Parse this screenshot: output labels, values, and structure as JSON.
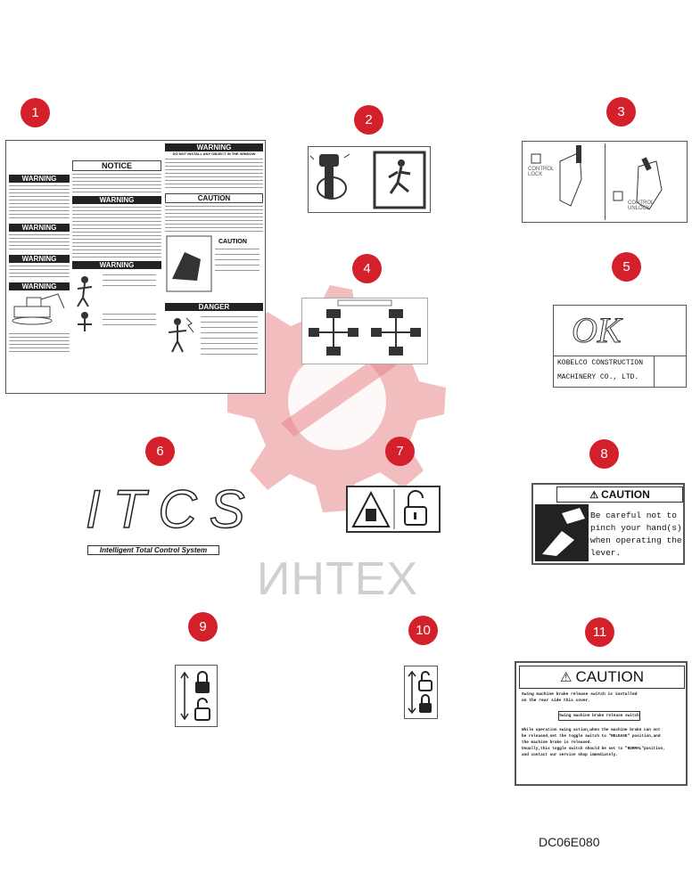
{
  "callouts": [
    "1",
    "2",
    "3",
    "4",
    "5",
    "6",
    "7",
    "8",
    "9",
    "10",
    "11"
  ],
  "decal1": {
    "notice": "NOTICE",
    "warning": "WARNING",
    "caution": "CAUTION",
    "danger": "DANGER",
    "top_note": "DO NOT INSTALL ANY OBJECT IN THE WINDOW"
  },
  "decal3": {
    "label_left": "CONTROL LOCK",
    "label_right": "CONTROL UNLOCK"
  },
  "decal5": {
    "logo_text": "OK",
    "maker_line1": "KOBELCO CONSTRUCTION",
    "maker_line2": "MACHINERY CO., LTD."
  },
  "decal6": {
    "logo": "ITCS",
    "subtitle": "Intelligent Total Control System"
  },
  "decal8": {
    "header": "CAUTION",
    "line1": "Be careful not to",
    "line2": "pinch your hand(s)",
    "line3": "when operating the",
    "line4": "lever."
  },
  "decal11": {
    "header": "CAUTION",
    "intro1": "Swing machine brake release switch is installed",
    "intro2": "on the rear side this cover.",
    "switch_label": "Swing machine brake release switch",
    "body1": "While operation swing action,when the machine brake can not",
    "body2": "be released,set the toggle switch to \"RELEASE\" position,and",
    "body3": "the machine brake is released.",
    "body4": "Usually,this toggle switch should be set to \"NORMAL\"position,",
    "body5": "and contact our service shop immediately."
  },
  "footer": {
    "code": "DC06E080"
  },
  "watermark": {
    "text": "ИНТЕХ"
  },
  "colors": {
    "callout": "#d4202a",
    "watermark": "#e8868b"
  }
}
